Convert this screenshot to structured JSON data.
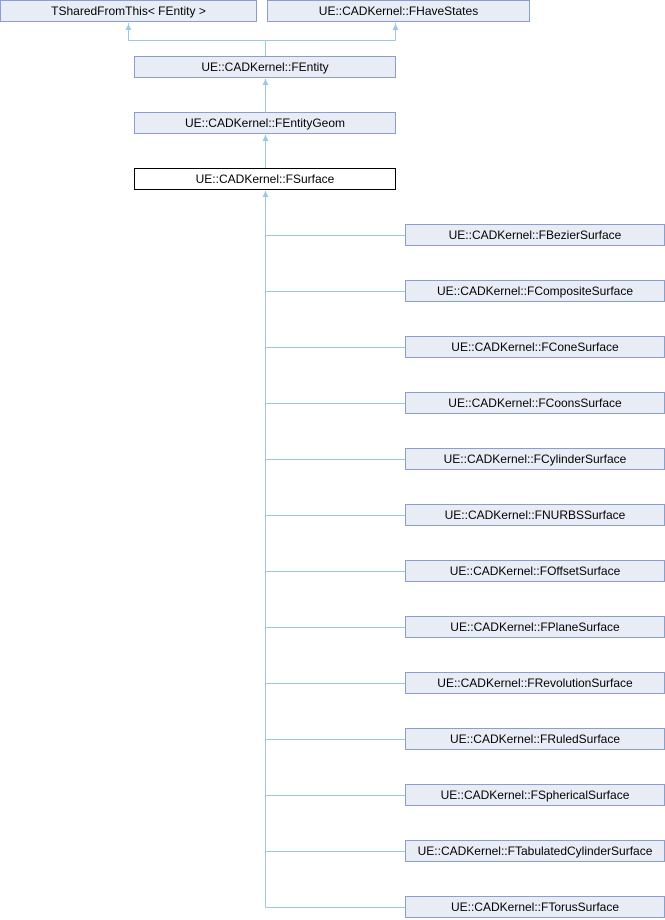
{
  "colors": {
    "edge": "#9cc7e6",
    "box_fill": "#e8ecf5",
    "box_border": "#8a9fcd",
    "current_border": "#000000"
  },
  "bases": [
    "TSharedFromThis< FEntity >",
    "UE::CADKernel::FHaveStates"
  ],
  "ancestors": [
    "UE::CADKernel::FEntity",
    "UE::CADKernel::FEntityGeom"
  ],
  "current": "UE::CADKernel::FSurface",
  "children": [
    "UE::CADKernel::FBezierSurface",
    "UE::CADKernel::FCompositeSurface",
    "UE::CADKernel::FConeSurface",
    "UE::CADKernel::FCoonsSurface",
    "UE::CADKernel::FCylinderSurface",
    "UE::CADKernel::FNURBSSurface",
    "UE::CADKernel::FOffsetSurface",
    "UE::CADKernel::FPlaneSurface",
    "UE::CADKernel::FRevolutionSurface",
    "UE::CADKernel::FRuledSurface",
    "UE::CADKernel::FSphericalSurface",
    "UE::CADKernel::FTabulatedCylinderSurface",
    "UE::CADKernel::FTorusSurface"
  ]
}
